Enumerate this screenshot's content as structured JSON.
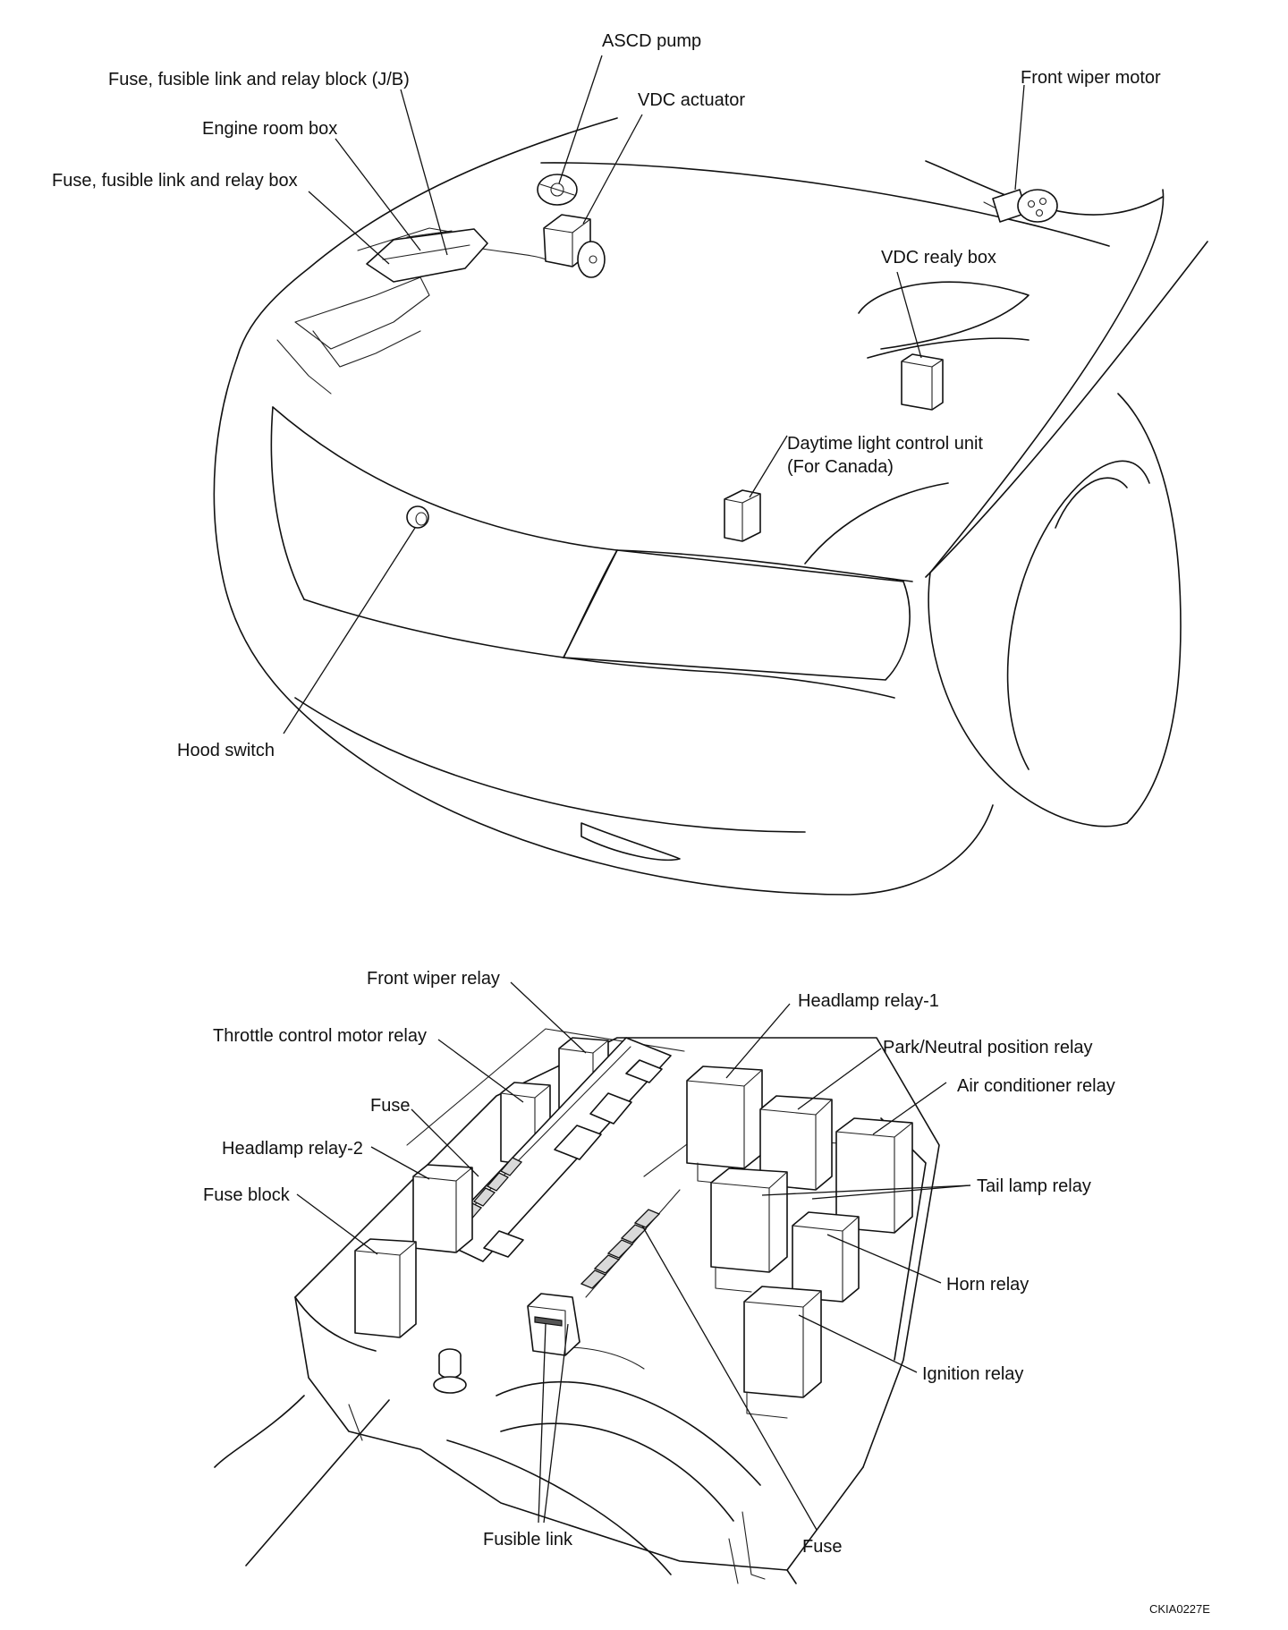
{
  "top_labels": {
    "ascd_pump": "ASCD pump",
    "fuse_relay_block_jb": "Fuse, fusible link and relay block (J/B)",
    "vdc_actuator": "VDC actuator",
    "front_wiper_motor": "Front wiper motor",
    "engine_room_box": "Engine room box",
    "fuse_relay_box": "Fuse, fusible link and relay box",
    "vdc_realy_box": "VDC realy box",
    "daytime_light_line1": "Daytime light control unit",
    "daytime_light_line2": "(For Canada)",
    "hood_switch": "Hood switch"
  },
  "bottom_labels": {
    "front_wiper_relay": "Front wiper relay",
    "headlamp_relay_1": "Headlamp relay-1",
    "throttle_control_motor_relay": "Throttle control motor relay",
    "park_neutral_position_relay": "Park/Neutral position relay",
    "fuse_top": "Fuse",
    "air_conditioner_relay": "Air conditioner relay",
    "headlamp_relay_2": "Headlamp relay-2",
    "tail_lamp_relay": "Tail lamp relay",
    "fuse_block": "Fuse block",
    "horn_relay": "Horn relay",
    "ignition_relay": "Ignition relay",
    "fusible_link": "Fusible link",
    "fuse_bottom": "Fuse"
  },
  "figure_code": "CKIA0227E"
}
